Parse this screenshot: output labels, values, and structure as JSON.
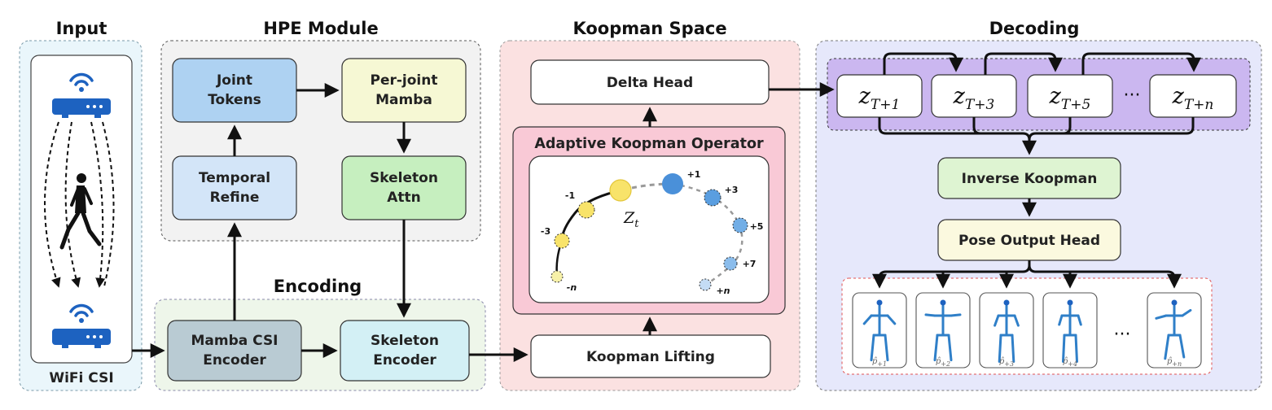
{
  "sections": {
    "input": "Input",
    "hpe": "HPE Module",
    "encoding": "Encoding",
    "koopman_space": "Koopman Space",
    "decoding": "Decoding"
  },
  "input_panel": {
    "label": "WiFi CSI",
    "icons": [
      "router-icon",
      "person-walking-icon",
      "router-icon"
    ]
  },
  "hpe_module": {
    "joint_tokens": [
      "Joint",
      "Tokens"
    ],
    "per_joint_mamba": [
      "Per-joint",
      "Mamba"
    ],
    "temporal_refine": [
      "Temporal",
      "Refine"
    ],
    "skeleton_attn": [
      "Skeleton",
      "Attn"
    ]
  },
  "encoding": {
    "mamba_csi_encoder": [
      "Mamba CSI",
      "Encoder"
    ],
    "skeleton_encoder": [
      "Skeleton",
      "Encoder"
    ]
  },
  "koopman": {
    "delta_head": "Delta Head",
    "operator_title": "Adaptive Koopman Operator",
    "state_label": "Z",
    "state_sub": "t",
    "steps": [
      "-1",
      "-3",
      "-n",
      "+1",
      "+3",
      "+5",
      "+7",
      "+n"
    ],
    "lifting": "Koopman Lifting"
  },
  "decoding": {
    "states": [
      {
        "base": "z",
        "sub": "T+1"
      },
      {
        "base": "z",
        "sub": "T+3"
      },
      {
        "base": "z",
        "sub": "T+5"
      },
      {
        "base": "z",
        "sub": "T+n"
      }
    ],
    "state_ellipsis": "···",
    "inverse_koopman": "Inverse Koopman",
    "pose_output_head": "Pose Output Head",
    "poses": [
      {
        "base": "p̂",
        "sub": "+1"
      },
      {
        "base": "p̂",
        "sub": "+2"
      },
      {
        "base": "p̂",
        "sub": "+3"
      },
      {
        "base": "p̂",
        "sub": "+4"
      },
      {
        "base": "p̂",
        "sub": "+n"
      }
    ],
    "pose_ellipsis": "···"
  },
  "colors": {
    "input_bg": "#eaf6fb",
    "hpe_bg": "#f2f2f2",
    "encoding_bg": "#eef6ea",
    "koopman_bg": "#fbe1e1",
    "decoding_bg": "#e6e8fb",
    "operator_bg": "#f9c9d6",
    "state_row_bg": "#cbb7f0",
    "blue_box": "#aed2f2",
    "light_blue_box": "#d3e5f8",
    "yellow_box": "#f6f8d4",
    "green_box": "#c6efbf",
    "slate_box": "#b9cbd3",
    "cyan_box": "#d3f0f5",
    "light_green_box": "#def4d2",
    "cream_box": "#fbf9df",
    "router": "#1d62c0",
    "node_yellow": "#f8e36a",
    "node_blue": "#4a90d9"
  }
}
